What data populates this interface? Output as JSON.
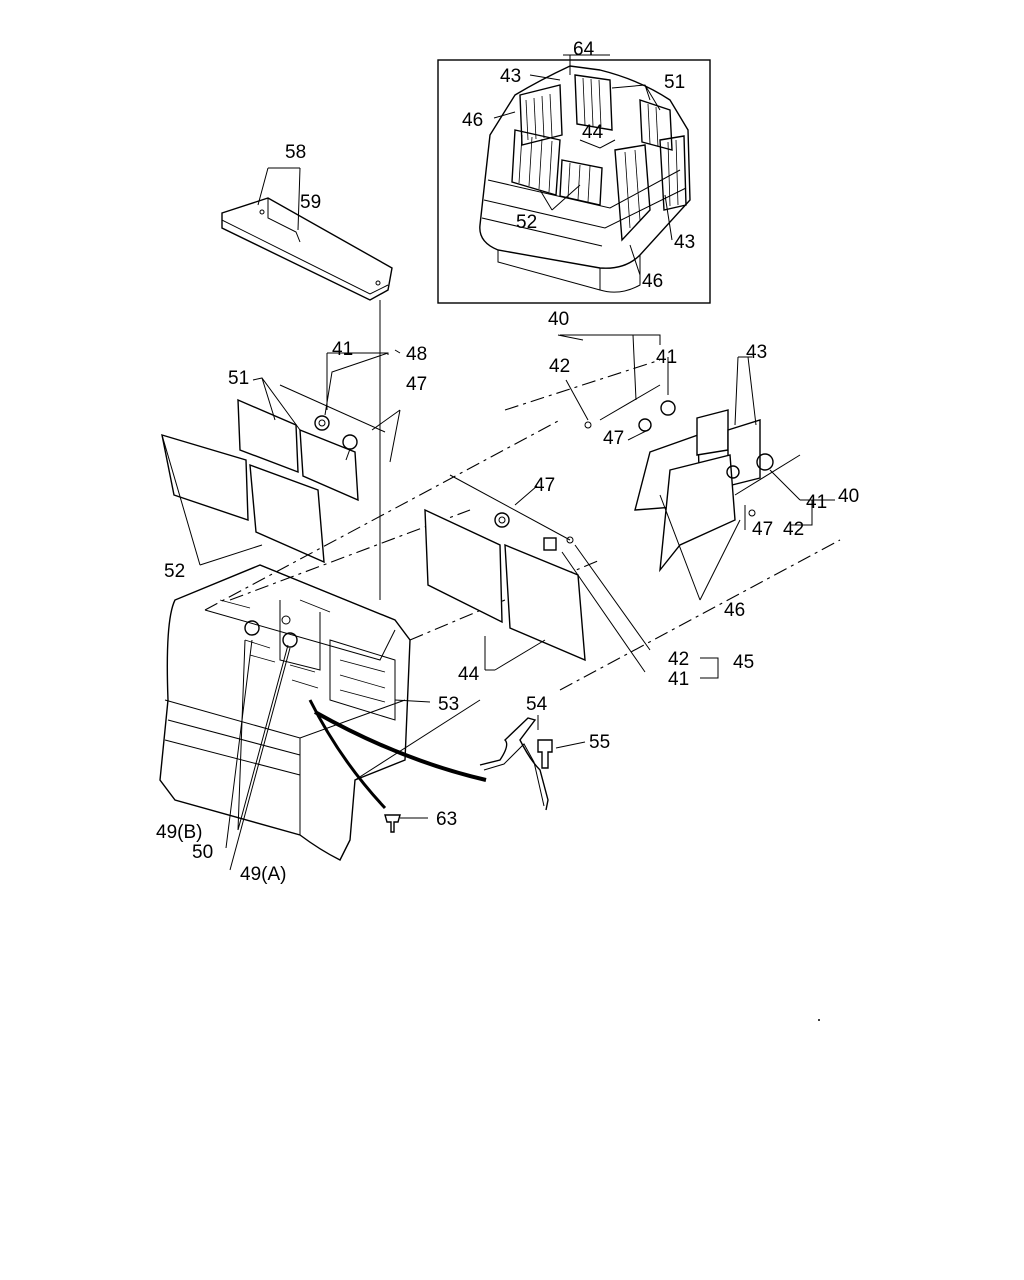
{
  "labels": {
    "l64": "64",
    "l43a": "43",
    "l51a": "51",
    "l46a": "46",
    "l44a": "44",
    "l52a": "52",
    "l43b": "43",
    "l46b": "46",
    "l58": "58",
    "l59": "59",
    "l40a": "40",
    "l42a": "42",
    "l41a": "41",
    "l41b": "41",
    "l48": "48",
    "l43c": "43",
    "l51b": "51",
    "l47a": "47",
    "l47b": "47",
    "l47c": "47",
    "l41c": "41",
    "l40b": "40",
    "l47d": "47",
    "l42b": "42",
    "l52b": "52",
    "l46c": "46",
    "l42c": "42",
    "l45": "45",
    "l44b": "44",
    "l41d": "41",
    "l53": "53",
    "l54": "54",
    "l55": "55",
    "l63": "63",
    "l49b": "49(B)",
    "l50": "50",
    "l49a": "49(A)"
  }
}
